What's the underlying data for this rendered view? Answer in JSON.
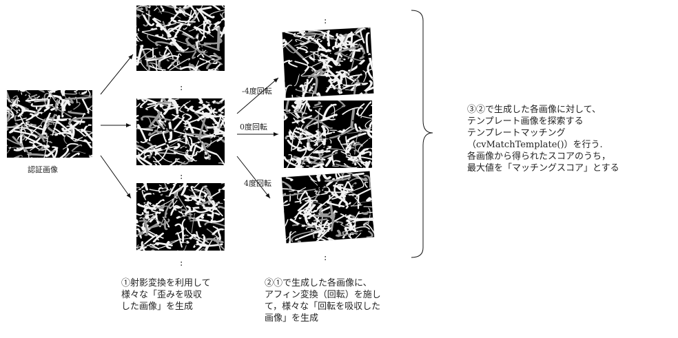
{
  "source_caption": "認証画像",
  "rotation_labels": {
    "minus4": "-4度回転",
    "zero": "0度回転",
    "plus4": "4度回転"
  },
  "ellipsis": ":",
  "step1_lines": [
    "①射影変換を利用して",
    "様々な「歪みを吸収",
    "した画像」を生成"
  ],
  "step2_lines": [
    "②①で生成した各画像に、",
    "アフィン変換（回転）を施し",
    "て，様々な「回転を吸収した",
    "画像」を生成"
  ],
  "step3_lines": [
    "③②で生成した各画像に対して、",
    "テンプレート画像を探索する",
    "テンプレートマッチング",
    "（cvMatchTemplate()）を行う.",
    "各画像から得られたスコアのうち，",
    "最大値を「マッチングスコア」とする"
  ]
}
